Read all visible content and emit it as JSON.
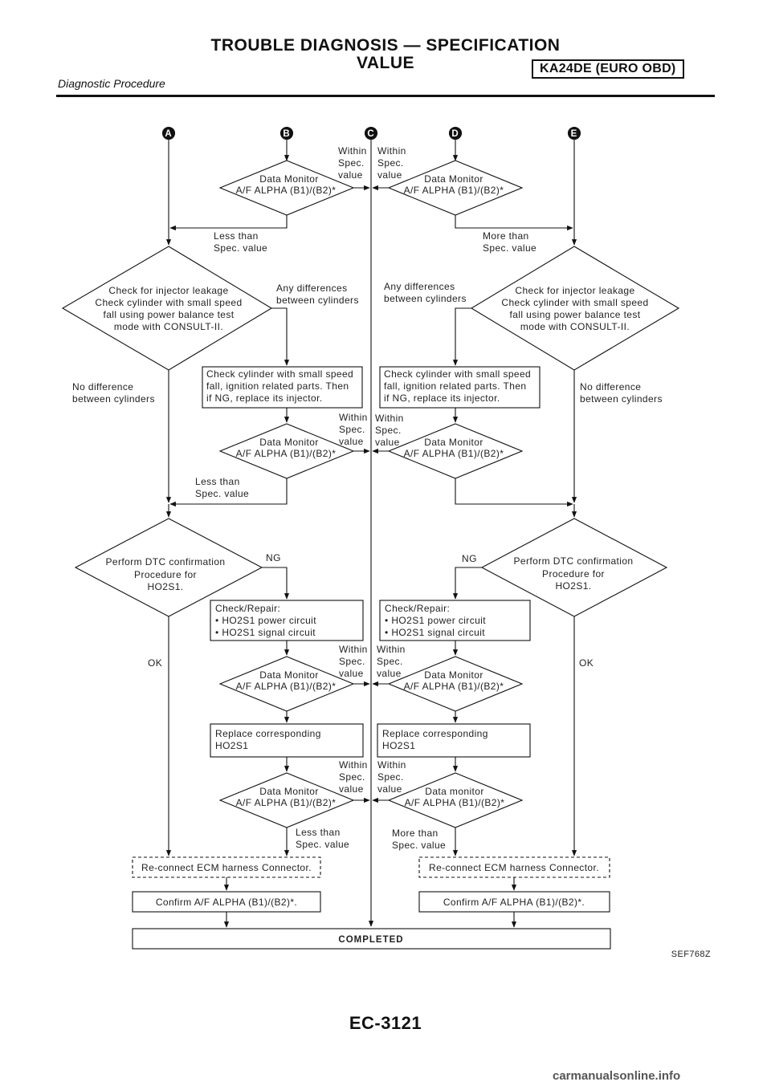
{
  "header": {
    "title_line1": "TROUBLE DIAGNOSIS — SPECIFICATION",
    "title_line2": "VALUE",
    "engine": "KA24DE (EURO OBD)",
    "section": "Diagnostic Procedure"
  },
  "connectors": [
    "A",
    "B",
    "C",
    "D",
    "E"
  ],
  "labels": {
    "within": "Within",
    "spec": "Spec.",
    "value": "value",
    "less_than": "Less than",
    "more_than": "More than",
    "spec_value": "Spec. value",
    "any_differences": "Any differences",
    "between_cylinders": "between cylinders",
    "no_difference": "No difference",
    "ng": "NG",
    "ok": "OK"
  },
  "diamonds": {
    "data_monitor": "Data Monitor",
    "data_monitor_lower": "Data monitor",
    "af_alpha": "A/F ALPHA (B1)/(B2)*",
    "injector_l1": "Check for injector leakage",
    "injector_l2": "Check cylinder with small speed",
    "injector_l3": "fall using power balance test",
    "injector_l4": "mode with CONSULT-II.",
    "dtc_l1": "Perform DTC confirmation",
    "dtc_l2": "Procedure for",
    "dtc_l3": "HO2S1."
  },
  "boxes": {
    "cyl_l1": "Check cylinder with small speed",
    "cyl_l2": "fall, ignition related parts. Then",
    "cyl_l3": "if NG, replace its injector.",
    "repair_l1": "Check/Repair:",
    "repair_l2": "• HO2S1 power circuit",
    "repair_l3": "• HO2S1 signal circuit",
    "replace_l1": "Replace corresponding",
    "replace_l2": "HO2S1",
    "reconnect": "Re-connect ECM harness Connector.",
    "confirm": "Confirm A/F ALPHA (B1)/(B2)*.",
    "completed": "COMPLETED"
  },
  "figure_ref": "SEF768Z",
  "page_number": "EC-3121",
  "watermark": "carmanualsonline.info"
}
